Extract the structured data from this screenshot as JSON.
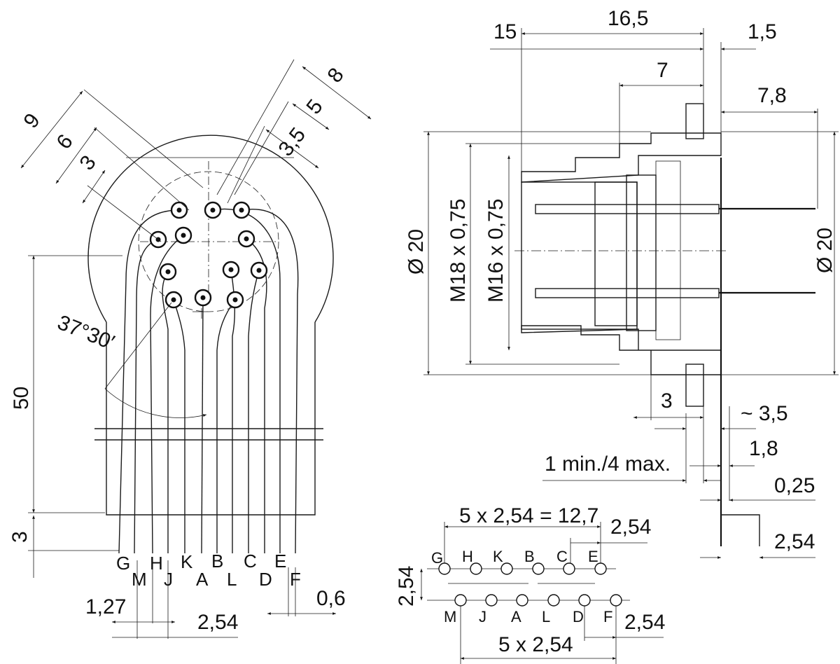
{
  "front_view": {
    "dims": {
      "d9": "9",
      "d6": "6",
      "d3": "3",
      "d8": "8",
      "d5": "5",
      "d3_5": "3,5",
      "angle": "37°30′",
      "d50": "50",
      "d3_bottom": "3",
      "d1_27": "1,27",
      "d2_54": "2,54",
      "d0_6": "0,6"
    },
    "pin_letters_top": [
      "G",
      "H",
      "K",
      "B",
      "C",
      "E"
    ],
    "pin_letters_bottom": [
      "M",
      "J",
      "A",
      "L",
      "D",
      "F"
    ]
  },
  "side_view": {
    "dims": {
      "d15": "15",
      "d16_5": "16,5",
      "d1_5": "1,5",
      "d7": "7",
      "d7_8": "7,8",
      "dia20_left": "Ø 20",
      "m18": "M18 x 0,75",
      "m16": "M16 x 0,75",
      "dia20_right": "Ø 20",
      "d3": "3",
      "d3_5": "~ 3,5",
      "d1_8": "1,8",
      "panel": "1 min./4 max.",
      "d0_25": "0,25",
      "d2_54": "2,54"
    }
  },
  "pcb_layout": {
    "top_dim": "5 x 2,54 = 12,7",
    "right_dim": "2,54",
    "left_dim": "2,54",
    "bottom_right_dim": "2,54",
    "bottom_dim": "5 x 2,54",
    "row1": [
      "G",
      "H",
      "K",
      "B",
      "C",
      "E"
    ],
    "row2": [
      "M",
      "J",
      "A",
      "L",
      "D",
      "F"
    ]
  }
}
